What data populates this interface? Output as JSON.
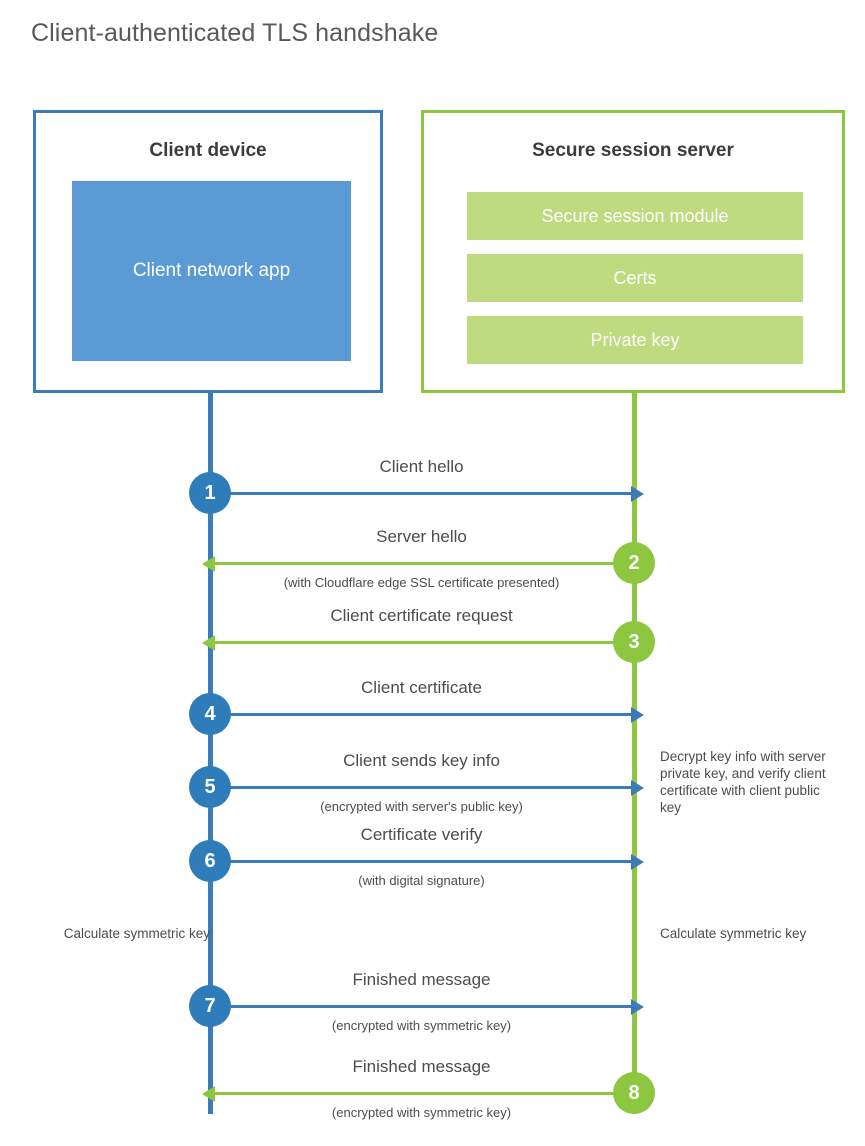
{
  "title": "Client-authenticated TLS handshake",
  "colors": {
    "client_blue": "#3b7cb8",
    "client_badge_blue": "#2f7cba",
    "client_app_blue": "#5b9bd5",
    "server_green": "#8dc63f",
    "server_block_green": "#bedb80",
    "text_gray": "#4a4c4e",
    "title_gray": "#58595b"
  },
  "client": {
    "title": "Client device",
    "app_label": "Client network app"
  },
  "server": {
    "title": "Secure session server",
    "modules": [
      "Secure session module",
      "Certs",
      "Private key"
    ]
  },
  "notes": {
    "client_calculate": "Calculate symmetric key",
    "server_calculate": "Calculate symmetric key",
    "server_decrypt": "Decrypt key info with server private key, and verify client certificate with client public key"
  },
  "steps": [
    {
      "number": "1",
      "label": "Client hello",
      "sub": "",
      "direction": "client-to-server",
      "color": "#3b7cb8",
      "badge_side": "client"
    },
    {
      "number": "2",
      "label": "Server hello",
      "sub": "(with Cloudflare edge SSL certificate presented)",
      "direction": "server-to-client",
      "color": "#8dc63f",
      "badge_side": "server"
    },
    {
      "number": "3",
      "label": "Client certificate request",
      "sub": "",
      "direction": "server-to-client",
      "color": "#8dc63f",
      "badge_side": "server"
    },
    {
      "number": "4",
      "label": "Client certificate",
      "sub": "",
      "direction": "client-to-server",
      "color": "#3b7cb8",
      "badge_side": "client"
    },
    {
      "number": "5",
      "label": "Client sends key info",
      "sub": "(encrypted with server's public key)",
      "direction": "client-to-server",
      "color": "#3b7cb8",
      "badge_side": "client"
    },
    {
      "number": "6",
      "label": "Certificate verify",
      "sub": "(with digital signature)",
      "direction": "client-to-server",
      "color": "#3b7cb8",
      "badge_side": "client"
    },
    {
      "number": "7",
      "label": "Finished message",
      "sub": "(encrypted with symmetric key)",
      "direction": "client-to-server",
      "color": "#3b7cb8",
      "badge_side": "client"
    },
    {
      "number": "8",
      "label": "Finished message",
      "sub": "(encrypted with symmetric key)",
      "direction": "server-to-client",
      "color": "#8dc63f",
      "badge_side": "server"
    }
  ]
}
